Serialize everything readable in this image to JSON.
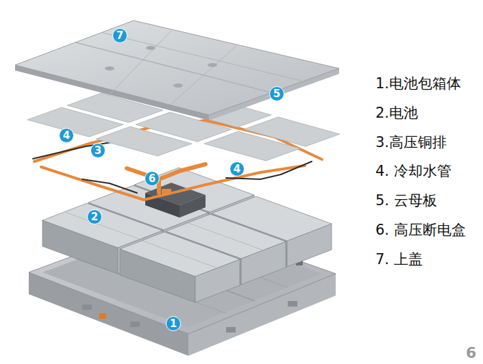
{
  "diagram": {
    "nodes": [
      {
        "text": [
          "7"
        ]
      },
      {
        "text": [
          "5"
        ]
      },
      {
        "text": [
          "4"
        ]
      },
      {
        "text": [
          "3"
        ]
      },
      {
        "text": [
          "4"
        ]
      },
      {
        "text": [
          "6"
        ]
      },
      {
        "text": [
          "2"
        ]
      },
      {
        "text": [
          "1"
        ]
      }
    ],
    "labels": [
      "1.电池包箱体",
      "2.电池",
      "3.高压铜排",
      "4. 冷却水管",
      "5. 云母板",
      "6. 高压断电盒",
      "7. 上盖",
      "6"
    ]
  }
}
